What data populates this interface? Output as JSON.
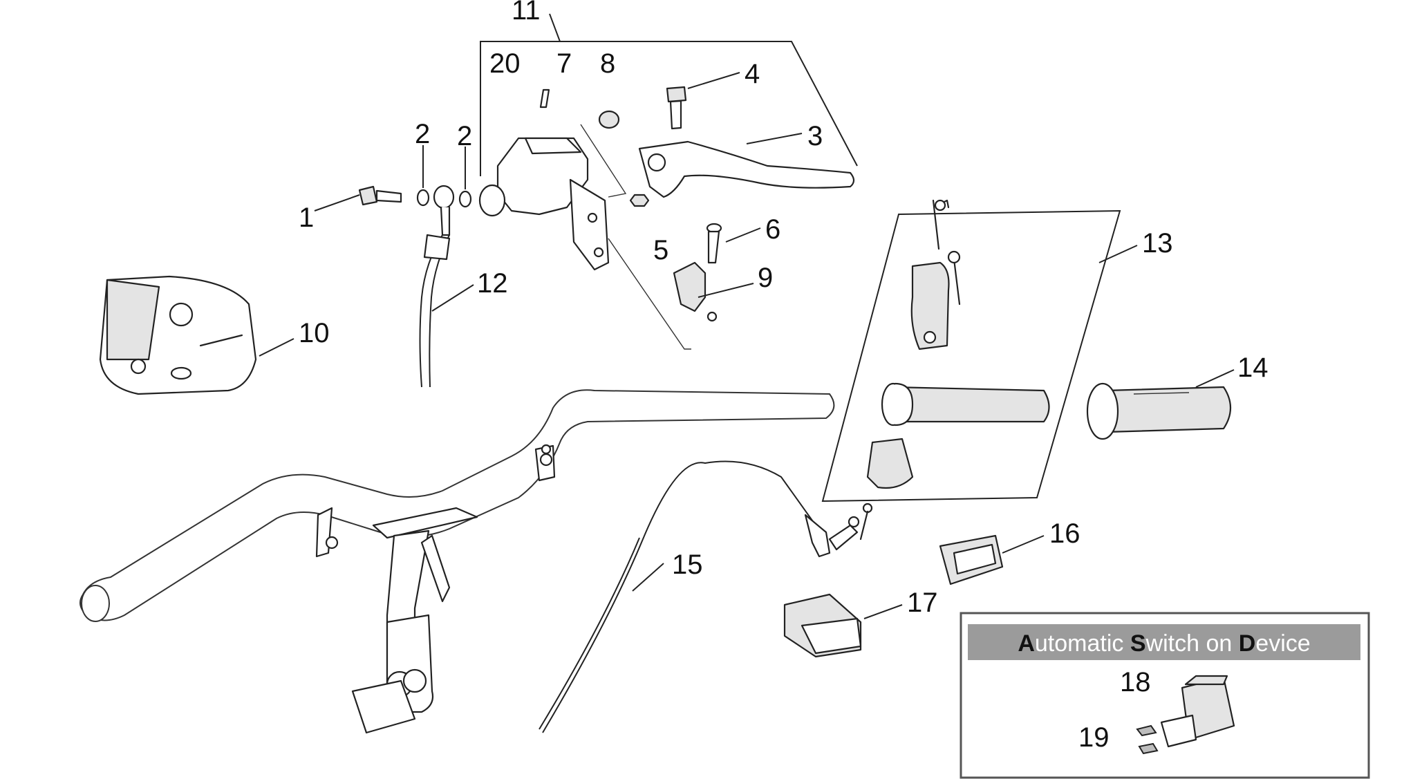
{
  "callouts": {
    "c1": "1",
    "c2a": "2",
    "c2b": "2",
    "c3": "3",
    "c4": "4",
    "c5": "5",
    "c6": "6",
    "c7": "7",
    "c8": "8",
    "c9": "9",
    "c10": "10",
    "c11": "11",
    "c12": "12",
    "c13": "13",
    "c14": "14",
    "c15": "15",
    "c16": "16",
    "c17": "17",
    "c18": "18",
    "c19": "19",
    "c20": "20"
  },
  "inset": {
    "title_parts": [
      {
        "text": "A",
        "emphasis": true
      },
      {
        "text": "utomatic ",
        "emphasis": false
      },
      {
        "text": "S",
        "emphasis": true
      },
      {
        "text": "witch on ",
        "emphasis": false
      },
      {
        "text": "D",
        "emphasis": true
      },
      {
        "text": "evice",
        "emphasis": false
      }
    ],
    "band_color": "#9b9b9b"
  }
}
